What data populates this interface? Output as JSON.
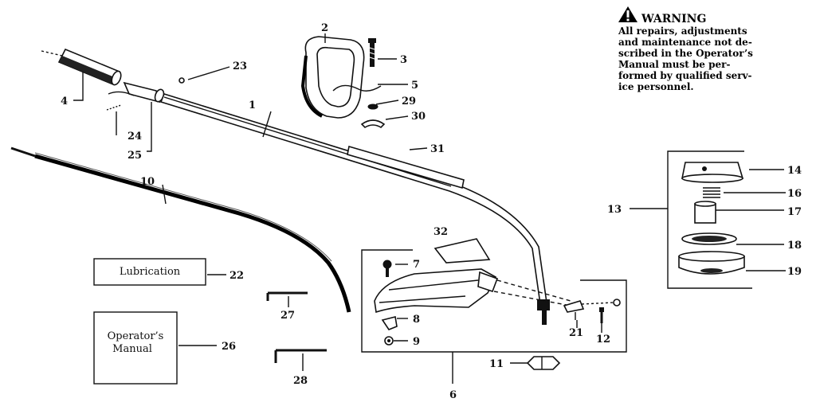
{
  "warning": {
    "title": "WARNING",
    "lines": [
      "All repairs, adjustments",
      "and maintenance not de-",
      "scribed in the Operator’s",
      "Manual must be per-",
      "formed by qualified serv-",
      "ice personnel."
    ]
  },
  "boxes": {
    "lubrication": "Lubrication",
    "operators_manual_line1": "Operator’s",
    "operators_manual_line2": "Manual"
  },
  "callouts": {
    "c1": "1",
    "c2": "2",
    "c3": "3",
    "c4": "4",
    "c5": "5",
    "c6": "6",
    "c7": "7",
    "c8": "8",
    "c9": "9",
    "c10": "10",
    "c11": "11",
    "c12": "12",
    "c13": "13",
    "c14": "14",
    "c16": "16",
    "c17": "17",
    "c18": "18",
    "c19": "19",
    "c21": "21",
    "c22": "22",
    "c23": "23",
    "c24": "24",
    "c25": "25",
    "c26": "26",
    "c27": "27",
    "c28": "28",
    "c29": "29",
    "c30": "30",
    "c31": "31",
    "c32": "32"
  }
}
